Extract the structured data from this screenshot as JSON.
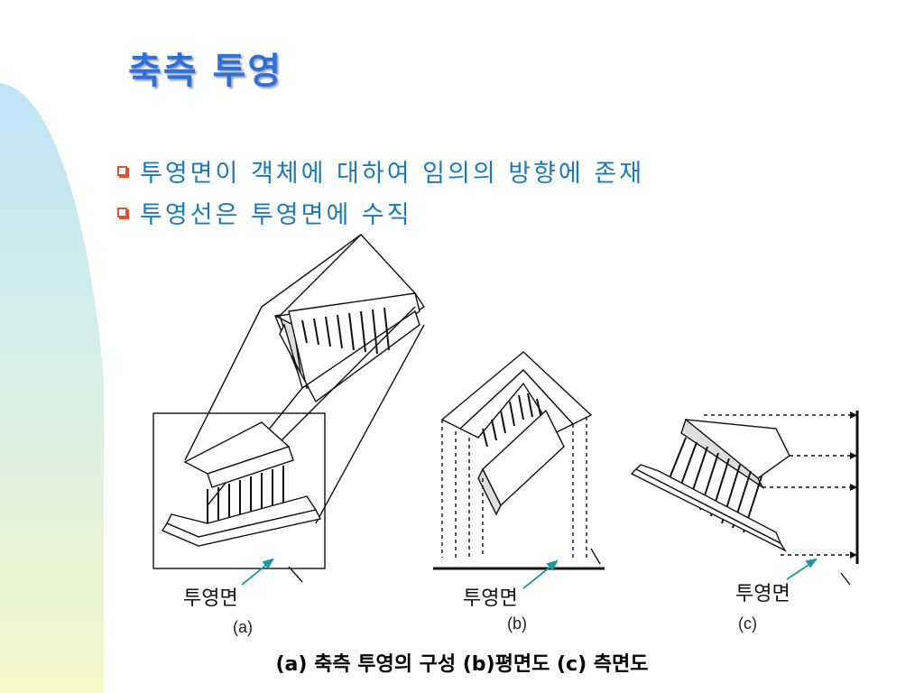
{
  "slide": {
    "title": "축측 투영",
    "bullets": [
      "투영면이 객체에 대하여 임의의 방향에 존재",
      "투영선은 투영면에 수직"
    ],
    "figure": {
      "plane_labels": [
        "투영면",
        "투영면",
        "투영면"
      ],
      "sub_labels": [
        "(a)",
        "(b)",
        "(c)"
      ]
    },
    "caption": "(a) 축측 투영의 구성  (b)평면도  (c) 측면도"
  },
  "colors": {
    "title": "#2f6fd8",
    "bullet_text": "#1c7ab5",
    "bullet_icon": "#e0502a",
    "pointer_arrow": "#1a9aa0"
  }
}
